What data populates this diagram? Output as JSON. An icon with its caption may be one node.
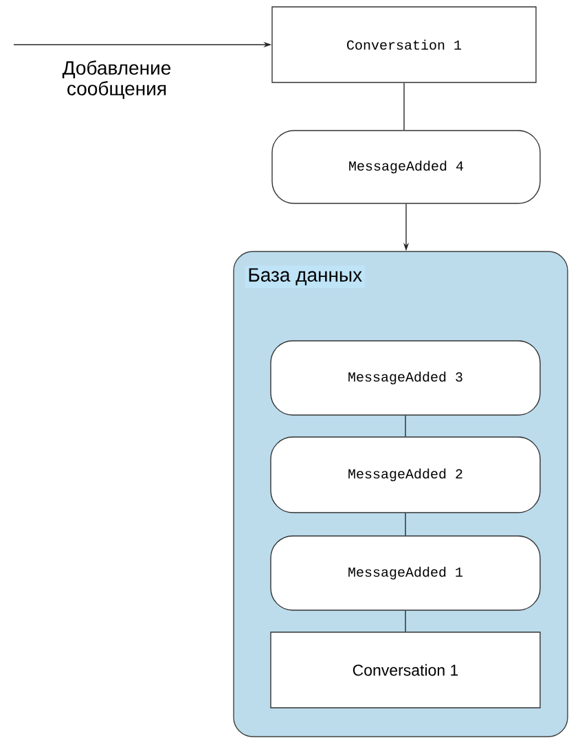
{
  "diagram": {
    "nodes": [
      {
        "text": [
          "Conversation 1"
        ]
      },
      {
        "text": [
          "MessageAdded 4"
        ]
      },
      {
        "text": [
          "База данных"
        ]
      },
      {
        "text": [
          "MessageAdded 3"
        ],
        "in": 2
      },
      {
        "text": [
          "MessageAdded 2"
        ],
        "in": 2
      },
      {
        "text": [
          "MessageAdded 1"
        ],
        "in": 2
      },
      {
        "text": [
          "Conversation 1"
        ],
        "in": 2
      }
    ],
    "edges": [
      {
        "from": null,
        "to": 0,
        "arrow": "to",
        "label": "Добавление сообщения"
      },
      {
        "from": 0,
        "to": 1,
        "arrow": "none"
      },
      {
        "from": 1,
        "to": 2,
        "arrow": "to"
      },
      {
        "from": 3,
        "to": 4,
        "arrow": "none"
      },
      {
        "from": 4,
        "to": 5,
        "arrow": "none"
      },
      {
        "from": 5,
        "to": 6,
        "arrow": "none"
      }
    ]
  }
}
